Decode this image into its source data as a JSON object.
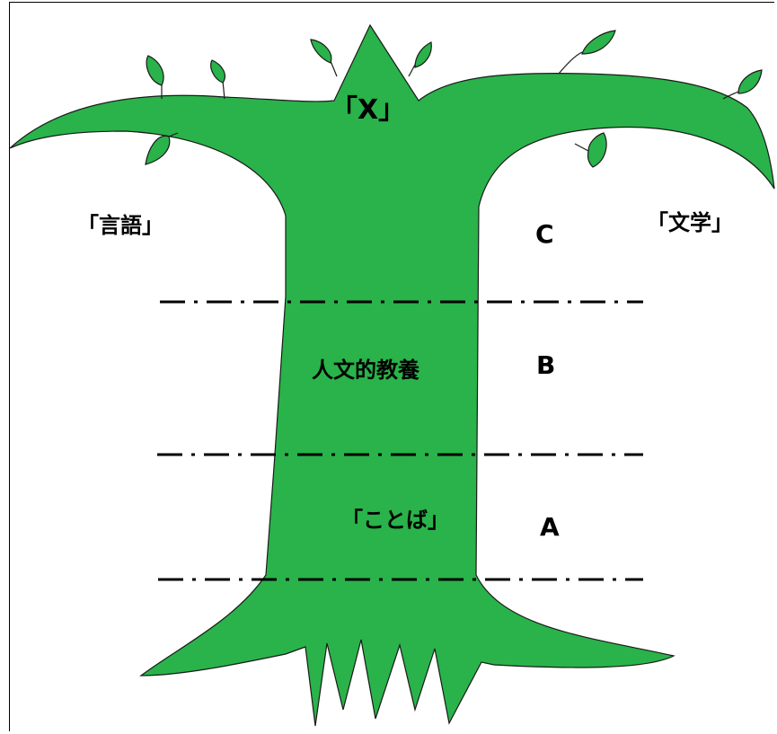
{
  "colors": {
    "tree": "#29b34a",
    "outline": "#1a1a1a",
    "line": "#000000",
    "text": "#000000"
  },
  "labels": {
    "top": "「X」",
    "left_branch": "「言語」",
    "right_branch": "「文学」",
    "middle_trunk": "人文的教養",
    "lower_trunk": "「ことば」"
  },
  "levels": {
    "c": "C",
    "b": "B",
    "a": "A"
  }
}
